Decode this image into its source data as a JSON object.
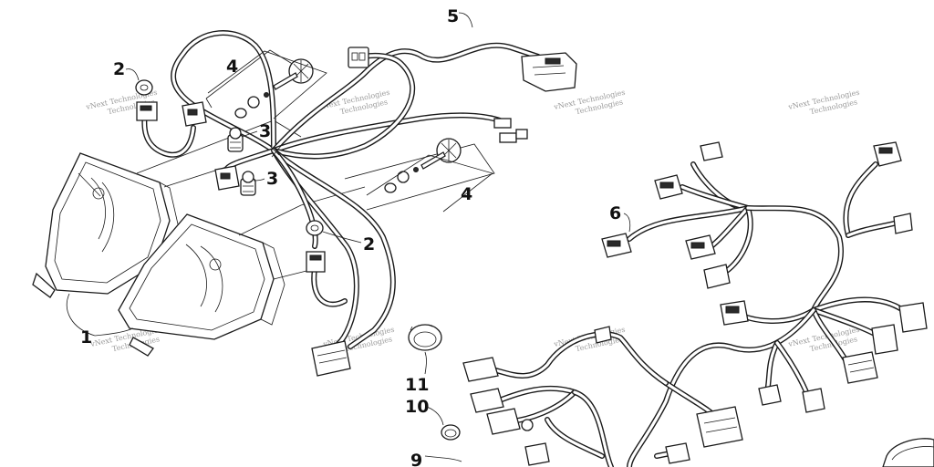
{
  "diagram": {
    "callouts": [
      {
        "id": "c1",
        "text": "1"
      },
      {
        "id": "c2a",
        "text": "2"
      },
      {
        "id": "c2b",
        "text": "2"
      },
      {
        "id": "c3a",
        "text": "3"
      },
      {
        "id": "c3b",
        "text": "3"
      },
      {
        "id": "c4a",
        "text": "4"
      },
      {
        "id": "c4b",
        "text": "4"
      },
      {
        "id": "c5",
        "text": "5"
      },
      {
        "id": "c6",
        "text": "6"
      },
      {
        "id": "c9",
        "text": "9"
      },
      {
        "id": "c10",
        "text": "10"
      },
      {
        "id": "c11",
        "text": "11"
      }
    ],
    "watermark_line1": "vNext Technologies",
    "watermark_line2": "Technologies"
  }
}
